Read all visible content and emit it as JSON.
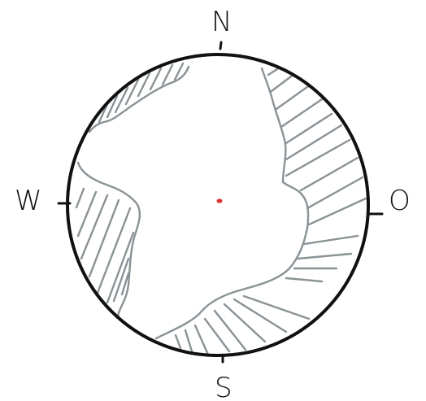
{
  "compass": {
    "north_label": "N",
    "east_label": "O",
    "south_label": "S",
    "west_label": "W"
  },
  "colors": {
    "circle_stroke": "#111111",
    "hatching": "#8a9296",
    "center_dot": "#e03030",
    "background": "#ffffff"
  }
}
